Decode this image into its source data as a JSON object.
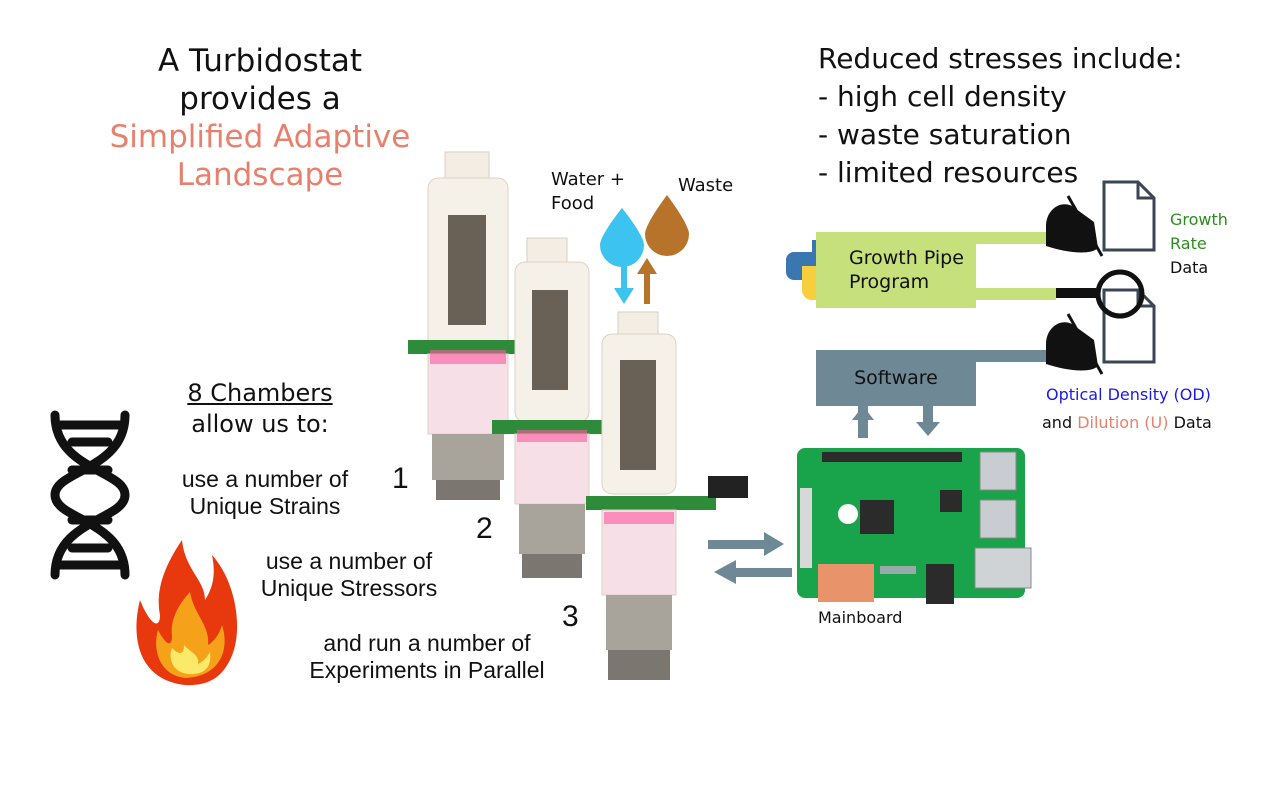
{
  "title": {
    "line1": "A Turbidostat",
    "line2": "provides a",
    "line3": "Simplified Adaptive",
    "line4": "Landscape"
  },
  "stresses": {
    "heading": "Reduced stresses include:",
    "items": [
      "- high cell density",
      "- waste saturation",
      "- limited resources"
    ]
  },
  "inputs": {
    "water_line1": "Water +",
    "water_line2": "Food",
    "waste": "Waste"
  },
  "chambers": {
    "title": "8 Chambers",
    "subtitle": "allow us to:"
  },
  "uses": {
    "strains_l1": "use a number of",
    "strains_l2": "Unique Strains",
    "stressors_l1": "use a number of",
    "stressors_l2": "Unique Stressors",
    "experiments_l1": "and run a number of",
    "experiments_l2": "Experiments in Parallel"
  },
  "chamber_numbers": [
    "1",
    "2",
    "3"
  ],
  "program": {
    "line1": "Growth Pipe",
    "line2": "Program"
  },
  "software": "Software",
  "mainboard": "Mainboard",
  "growth_rate": {
    "l1": "Growth",
    "l2": "Rate",
    "l3": "Data"
  },
  "od_data": {
    "od": "Optical Density (OD)",
    "and": "and",
    "dilution": "Dilution (U)",
    "data": "Data"
  },
  "colors": {
    "accent_salmon": "#e8806e",
    "growth_green": "#2e8b1f",
    "od_blue": "#1a1ae6",
    "box_green": "#c6e17c",
    "box_slate": "#6f8896",
    "water_blue": "#3cc3ef",
    "waste_brown": "#b8732a"
  }
}
